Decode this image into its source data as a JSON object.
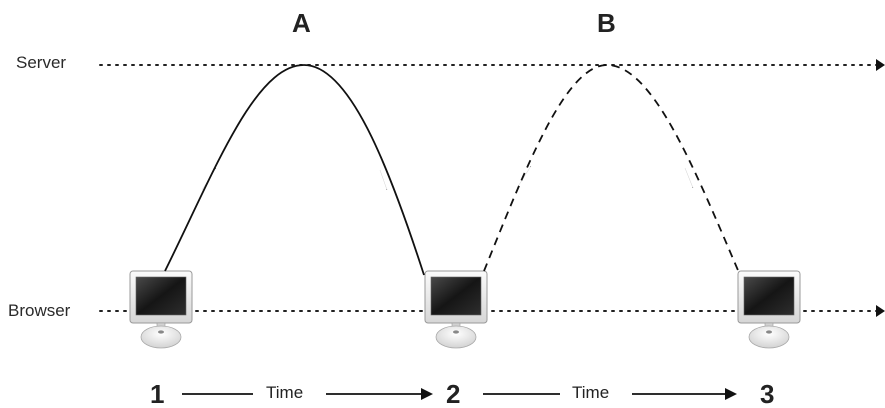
{
  "lanes": {
    "server": "Server",
    "browser": "Browser"
  },
  "phases": {
    "a": "A",
    "b": "B"
  },
  "timeline": {
    "steps": [
      "1",
      "2",
      "3"
    ],
    "time_label": "Time"
  },
  "icons": {
    "computer": "computer-icon"
  },
  "colors": {
    "line": "#111111",
    "dotted": "#222222"
  }
}
